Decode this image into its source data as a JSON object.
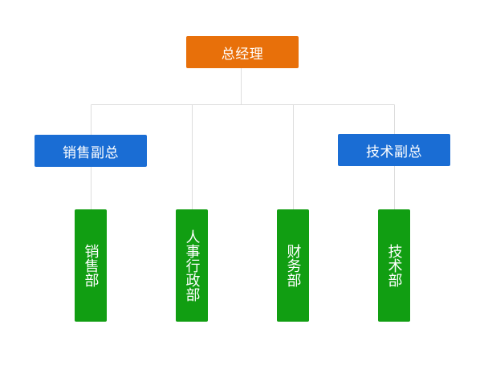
{
  "org_chart": {
    "top": {
      "label": "总经理",
      "color": "#e8700a"
    },
    "vice_presidents": [
      {
        "label": "销售副总",
        "color": "#1a6dd4"
      },
      {
        "label": "技术副总",
        "color": "#1a6dd4"
      }
    ],
    "departments": [
      {
        "label": "销售部",
        "color": "#119e12"
      },
      {
        "label": "人事行政部",
        "color": "#119e12"
      },
      {
        "label": "财务部",
        "color": "#119e12"
      },
      {
        "label": "技术部",
        "color": "#119e12"
      }
    ],
    "connector_color": "#dddddd"
  }
}
